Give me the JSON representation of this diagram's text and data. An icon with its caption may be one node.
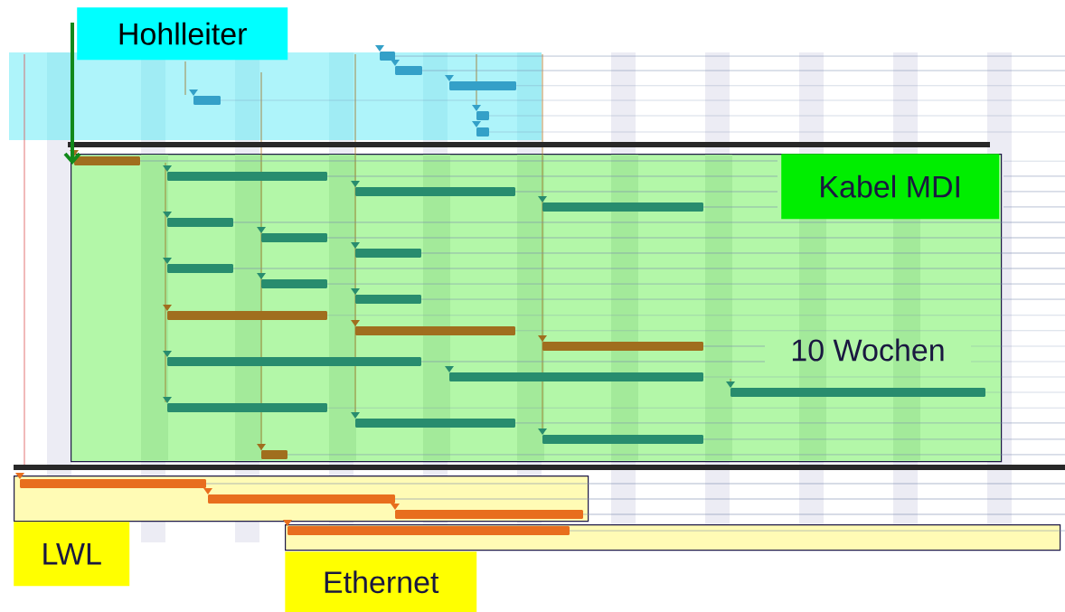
{
  "diagram": {
    "nodes": [
      {
        "text": [
          "Hohlleiter"
        ]
      },
      {
        "text": [
          "Kabel MDI",
          "10 Wochen"
        ]
      },
      {
        "text": [
          "LWL"
        ]
      },
      {
        "text": [
          "Ethernet"
        ]
      }
    ],
    "edges": [
      {
        "from": 0,
        "to": 1,
        "arrow": "to"
      }
    ]
  }
}
